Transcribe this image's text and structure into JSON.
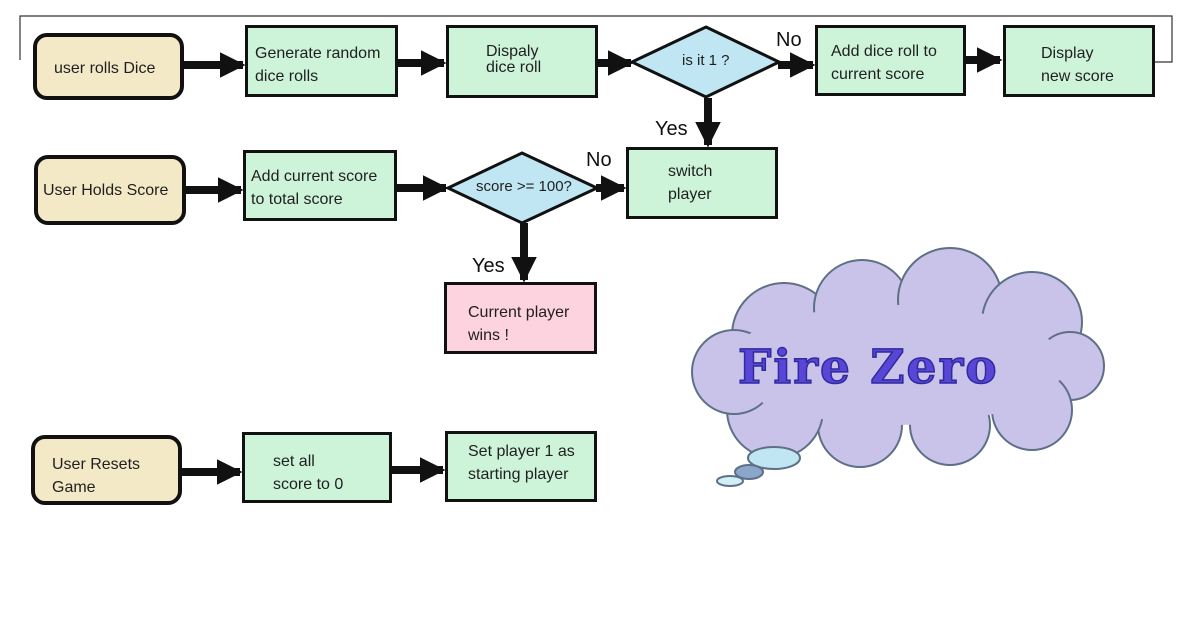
{
  "roll_row": {
    "start": "user rolls Dice",
    "generate": [
      "Generate random",
      "dice rolls"
    ],
    "display": [
      "Dispaly",
      "dice roll"
    ],
    "decision": "is it 1 ?",
    "no_label": "No",
    "yes_label": "Yes",
    "add": [
      "Add dice roll to",
      "current score"
    ],
    "show_score": [
      "Display",
      "new score"
    ]
  },
  "hold_row": {
    "start": "User Holds Score",
    "add_total": [
      "Add current score",
      "to total score"
    ],
    "decision": "score >= 100?",
    "no_label": "No",
    "yes_label": "Yes",
    "switch": [
      "switch",
      "player"
    ],
    "win": [
      "Current player",
      "wins !"
    ]
  },
  "reset_row": {
    "start": [
      "User Resets",
      "Game"
    ],
    "set_zero": [
      "set all",
      "score to 0"
    ],
    "set_player": [
      "Set player 1 as",
      "starting player"
    ]
  },
  "cloud": {
    "title": "Fire Zero",
    "fill": "#c9c3ea",
    "text_color": "#5a46d6"
  },
  "colors": {
    "start_fill": "#f4e9c6",
    "process_fill": "#cdf3d9",
    "decision_fill": "#bfe6f2",
    "win_fill": "#fcd3df"
  }
}
